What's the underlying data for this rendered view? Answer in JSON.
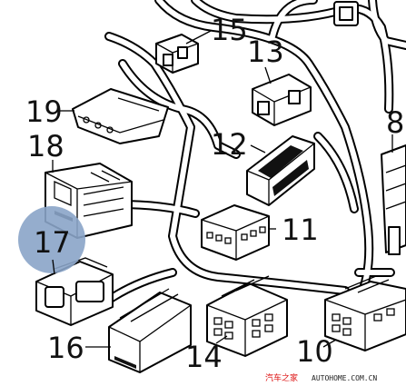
{
  "callouts": {
    "c8": "8",
    "c10": "10",
    "c11": "11",
    "c12": "12",
    "c13": "13",
    "c14": "14",
    "c15": "15",
    "c16": "16",
    "c17": "17",
    "c18": "18",
    "c19": "19"
  },
  "highlight": {
    "color": "#8aa4c8"
  },
  "watermark": {
    "site_cn": "汽车之家",
    "site_url": "AUTOHOME.COM.CN"
  }
}
